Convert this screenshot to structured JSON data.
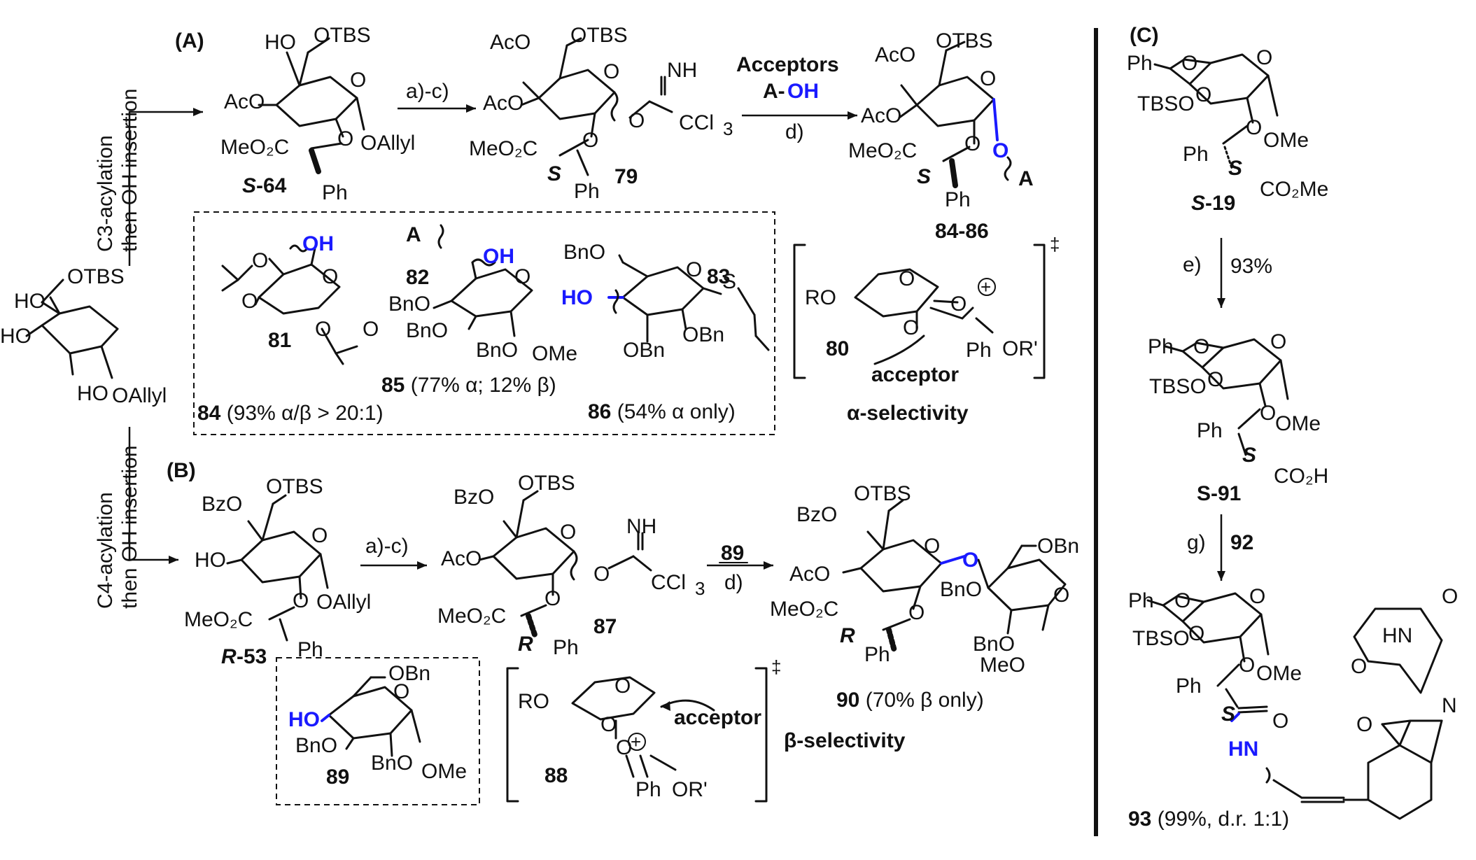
{
  "sections": {
    "A": {
      "label": "(A)"
    },
    "B": {
      "label": "(B)"
    },
    "C": {
      "label": "(C)"
    }
  },
  "side_routes": {
    "top_line1": "C3-acylation",
    "top_line2": "then OH insertion",
    "bottom_line1": "C4-acylation",
    "bottom_line2": "then OH insertion"
  },
  "start_material": {
    "otbs": "OTBS",
    "ho_top": "HO",
    "ho_left": "HO",
    "ho_bottom": "HO",
    "oallyl": "OAllyl"
  },
  "A": {
    "s64": {
      "ho": "HO",
      "otbs": "OTBS",
      "aco": "AcO",
      "o_ring": "O",
      "o_link": "O",
      "oallyl": "OAllyl",
      "meo2c": "MeO₂C",
      "ph": "Ph",
      "label_s": "S",
      "label_num": "-64"
    },
    "arrow1": "a)-c)",
    "c79": {
      "aco1": "AcO",
      "otbs": "OTBS",
      "aco2": "AcO",
      "o_ring": "O",
      "o_link": "O",
      "nh": "NH",
      "o_imid": "O",
      "ccl3": "CCl",
      "ccl3_sub": "3",
      "meo2c": "MeO₂C",
      "s": "S",
      "ph": "Ph",
      "label": "79"
    },
    "arrow2_top": "Acceptors",
    "arrow2_a": "A-",
    "arrow2_oh": "OH",
    "arrow2_bottom": "d)",
    "c84_86": {
      "aco1": "AcO",
      "otbs": "OTBS",
      "aco2": "AcO",
      "o_ring": "O",
      "o_link": "O",
      "o_glyco": "O",
      "a": "A",
      "meo2c": "MeO₂C",
      "s": "S",
      "ph": "Ph",
      "label": "84-86"
    },
    "acceptor_box": {
      "c81": {
        "oh": "OH",
        "o1": "O",
        "o2": "O",
        "o3": "O",
        "o4": "O",
        "o5": "O",
        "label": "81"
      },
      "c82": {
        "a": "A",
        "oh": "OH",
        "o_ring": "O",
        "bno1": "BnO",
        "bno2": "BnO",
        "bno3": "BnO",
        "ome": "OMe",
        "label": "82"
      },
      "c83": {
        "bno": "BnO",
        "ho": "HO",
        "o_ring": "O",
        "s": "S",
        "obn1": "OBn",
        "obn2": "OBn",
        "label": "83"
      },
      "y84": {
        "num": "84",
        "text": " (93% α/β > 20:1)"
      },
      "y85": {
        "num": "85",
        "text": " (77% α; 12% β)"
      },
      "y86": {
        "num": "86",
        "text": " (54% α only)"
      }
    },
    "ts80": {
      "ro": "RO",
      "o1": "O",
      "o2": "O",
      "o3": "O",
      "ph": "Ph",
      "or": "OR'",
      "plus": "+",
      "acceptor": "acceptor",
      "label": "80",
      "dagger": "‡",
      "selectivity": "α-selectivity"
    }
  },
  "B": {
    "r53": {
      "bzo": "BzO",
      "otbs": "OTBS",
      "ho": "HO",
      "o_ring": "O",
      "o_link": "O",
      "oallyl": "OAllyl",
      "meo2c": "MeO₂C",
      "ph": "Ph",
      "label_r": "R",
      "label_num": "-53"
    },
    "arrow1": "a)-c)",
    "c87": {
      "bzo": "BzO",
      "otbs": "OTBS",
      "aco": "AcO",
      "o_ring": "O",
      "o_link": "O",
      "nh": "NH",
      "o_imid": "O",
      "ccl3": "CCl",
      "ccl3_sub": "3",
      "meo2c": "MeO₂C",
      "r": "R",
      "ph": "Ph",
      "label": "87"
    },
    "arrow2_top": "89",
    "arrow2_bottom": "d)",
    "c90": {
      "otbs": "OTBS",
      "bzo": "BzO",
      "aco": "AcO",
      "o_ring": "O",
      "o_link": "O",
      "o_glyco": "O",
      "obn": "OBn",
      "bno1": "BnO",
      "bno2": "BnO",
      "o_ring2": "O",
      "meo": "MeO",
      "meo2c": "MeO₂C",
      "r": "R",
      "ph": "Ph",
      "label": "90",
      "yield": " (70% β only)"
    },
    "c89": {
      "obn": "OBn",
      "ho": "HO",
      "o_ring": "O",
      "bno1": "BnO",
      "bno2": "BnO",
      "ome": "OMe",
      "label": "89"
    },
    "ts88": {
      "ro": "RO",
      "o1": "O",
      "o2": "O",
      "o3": "O",
      "plus": "+",
      "ph": "Ph",
      "or": "OR'",
      "acceptor": "acceptor",
      "label": "88",
      "dagger": "‡",
      "selectivity": "β-selectivity"
    }
  },
  "C": {
    "s19": {
      "ph_top": "Ph",
      "o1": "O",
      "o2": "O",
      "o_ring": "O",
      "tbso": "TBSO",
      "o_link": "O",
      "ome": "OMe",
      "ph": "Ph",
      "s": "S",
      "co2me": "CO₂Me",
      "label_s": "S",
      "label_num": "-19"
    },
    "arrow1_left": "e)",
    "arrow1_right": "93%",
    "s91": {
      "ph_top": "Ph",
      "o1": "O",
      "o2": "O",
      "o_ring": "O",
      "tbso": "TBSO",
      "o_link": "O",
      "ome": "OMe",
      "ph": "Ph",
      "s": "S",
      "co2h": "CO₂H",
      "label": "S-91"
    },
    "arrow2_left": "g)",
    "arrow2_right": "92",
    "c93": {
      "ph_top": "Ph",
      "o1": "O",
      "o2": "O",
      "o_ring": "O",
      "tbso": "TBSO",
      "o_link": "O",
      "ome": "OMe",
      "ph": "Ph",
      "s": "S",
      "o_amide": "O",
      "hn": "HN",
      "o_glut1": "O",
      "hn_glut": "HN",
      "o_glut2": "O",
      "o_iso": "O",
      "n_iso": "N",
      "label": "93",
      "yield": " (99%, d.r. 1:1)"
    }
  }
}
